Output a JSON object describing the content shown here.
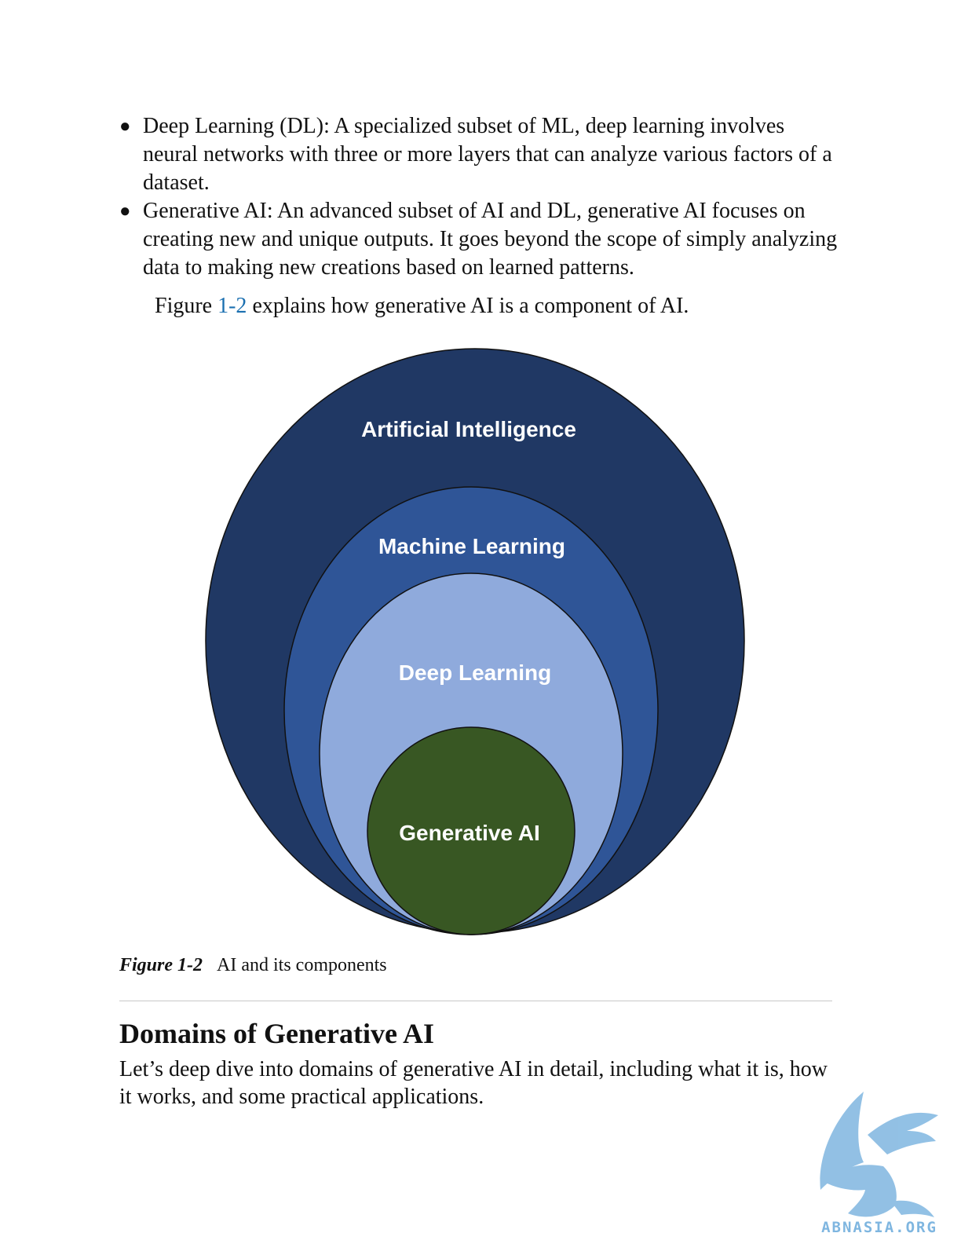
{
  "bullets": [
    {
      "text": "Deep Learning (DL): A specialized subset of ML, deep learning involves neural networks with three or more layers that can analyze various factors of a dataset."
    },
    {
      "text": "Generative AI: An advanced subset of AI and DL, generative AI focuses on creating new and unique outputs. It goes beyond the scope of simply analyzing data to making new creations based on learned patterns."
    }
  ],
  "figure_reference": {
    "before": "Figure ",
    "link": "1-2",
    "after": " explains how generative AI is a component of AI."
  },
  "diagram": {
    "layers": [
      {
        "label": "Artificial Intelligence",
        "color": "#203864"
      },
      {
        "label": "Machine Learning",
        "color": "#2f5597"
      },
      {
        "label": "Deep Learning",
        "color": "#8faadc"
      },
      {
        "label": "Generative AI",
        "color": "#385723"
      }
    ]
  },
  "caption": {
    "label": "Figure 1-2",
    "text": "AI and its components"
  },
  "section": {
    "heading": "Domains of Generative AI",
    "paragraph": "Let’s deep dive into domains of generative AI in detail, including what it is, how it works, and some practical applications."
  },
  "watermark": {
    "text": "ABNASIA.ORG",
    "icon": "griffin-logo-icon",
    "color": "#7fb6e0"
  }
}
